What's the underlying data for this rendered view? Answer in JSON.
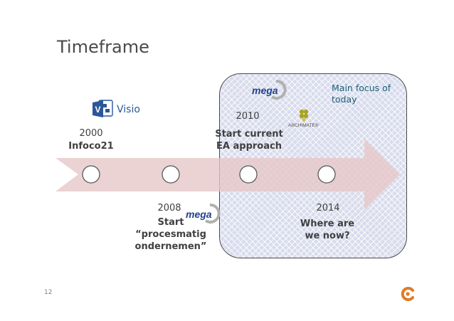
{
  "slide": {
    "title": "Timeframe",
    "page_number": "12",
    "focus_label": "Main focus of today"
  },
  "logos": {
    "visio_text": "Visio",
    "mega_text": "mega",
    "archimate_text": "ARCHIMATE®"
  },
  "milestones": [
    {
      "year": "2000",
      "label": [
        "Infoco21"
      ]
    },
    {
      "year": "2008",
      "label": [
        "Start",
        "“procesmatig",
        "ondernemen”"
      ]
    },
    {
      "year": "2010",
      "label": [
        "Start current",
        "EA approach"
      ]
    },
    {
      "year": "2014",
      "label": [
        "Where are",
        "we now?"
      ]
    }
  ],
  "colors": {
    "arrow_fill": "#e6c7c7",
    "circle_stroke": "#595959",
    "focus_text": "#1e5f78",
    "visio_blue": "#2b579a",
    "mega_blue": "#1f3f8f",
    "archimate_olive": "#a8a41e",
    "brand_orange": "#e07b26"
  }
}
